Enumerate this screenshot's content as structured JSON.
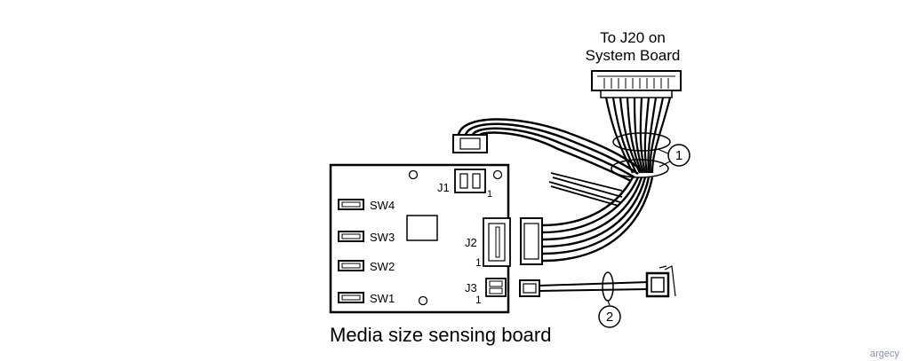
{
  "connector_label": {
    "line1": "To J20 on",
    "line2": "System Board"
  },
  "board": {
    "title": "Media size sensing board",
    "switches": [
      "SW4",
      "SW3",
      "SW2",
      "SW1"
    ],
    "connectors": {
      "j1": {
        "name": "J1",
        "pin": "1"
      },
      "j2": {
        "name": "J2",
        "pin": "1"
      },
      "j3": {
        "name": "J3",
        "pin": "1"
      }
    }
  },
  "callouts": [
    "1",
    "2"
  ],
  "watermark": "argecy"
}
